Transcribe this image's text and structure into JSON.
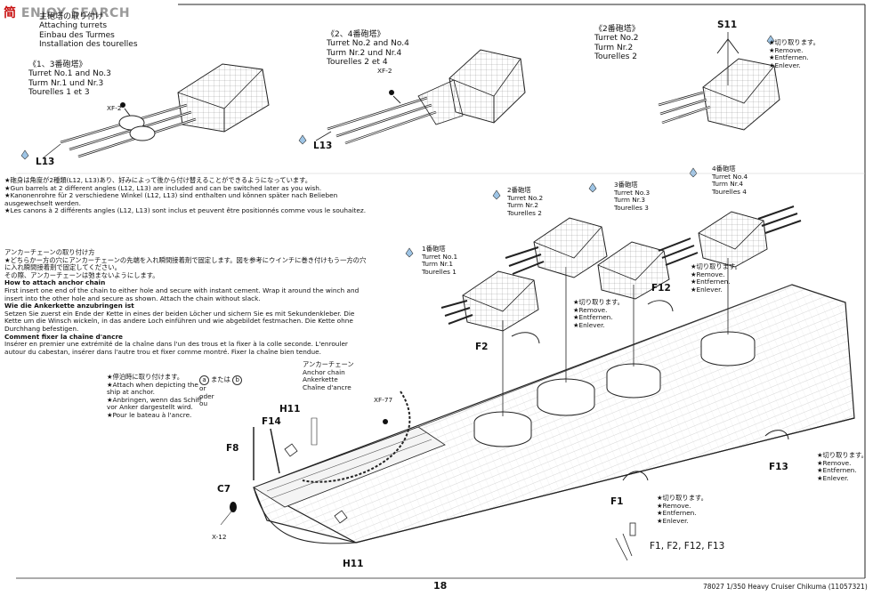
{
  "watermark": {
    "logo": "简",
    "text": "ENJOY SEARCH"
  },
  "header": {
    "jp": "主砲塔の取り付け",
    "en": "Attaching turrets",
    "de": "Einbau des Turmes",
    "fr": "Installation des tourelles"
  },
  "turret13": {
    "jp": "《1、3番砲塔》",
    "en": "Turret No.1 and No.3",
    "de": "Turm Nr.1 und Nr.3",
    "fr": "Tourelles 1 et 3"
  },
  "turret24": {
    "jp": "《2、4番砲塔》",
    "en": "Turret No.2 and No.4",
    "de": "Turm Nr.2 und Nr.4",
    "fr": "Tourelles 2 et 4"
  },
  "turret2": {
    "jp": "《2番砲塔》",
    "en": "Turret No.2",
    "de": "Turm Nr.2",
    "fr": "Tourelles 2"
  },
  "parts": {
    "xf2": "XF-2",
    "l13": "L13",
    "s11": "S11",
    "f12": "F12",
    "f2": "F2",
    "f1": "F1",
    "f13": "F13",
    "f8": "F8",
    "f14": "F14",
    "h11": "H11",
    "c7": "C7",
    "x12": "X-12",
    "xf77": "XF-77",
    "f_group": "F1, F2, F12, F13"
  },
  "remove": {
    "jp": "★切り取ります。",
    "en": "★Remove.",
    "de": "★Entfernen.",
    "fr": "★Enlever."
  },
  "gun_note": [
    "★砲身は角度が2種類(L12, L13)あり、好みによって後から付け替えることができるようになっています。",
    "★Gun barrels at 2 different angles (L12, L13) are included and can be switched later as you wish.",
    "★Kanonenrohre für 2 verschiedene Winkel (L12, L13) sind enthalten und können später nach Belieben ausgewechselt werden.",
    "★Les canons à 2 différents angles (L12, L13) sont inclus et peuvent être positionnés comme vous le souhaitez."
  ],
  "anchor": {
    "jp_title": "アンカーチェーンの取り付け方",
    "jp1": "★どちらかー方の穴にアンカーチェーンの先端を入れ瞬間接着剤で固定します。図を参考にウインチに巻き付けもう一方の穴に入れ瞬間接着剤で固定してください。",
    "jp2": "その際、アンカーチェーンは弛まないようにします。",
    "en_title": "How to attach anchor chain",
    "en": "First insert one end of the chain to either hole and secure with instant cement. Wrap it around the winch and insert into the other hole and secure as shown. Attach the chain without slack.",
    "de_title": "Wie die Ankerkette anzubringen ist",
    "de": "Setzen Sie zuerst ein Ende der Kette in eines der beiden Löcher und sichern Sie es mit Sekundenkleber. Die Kette um die Winsch wickeln, in das andere Loch einführen und wie abgebildet festmachen. Die Kette ohne Durchhang befestigen.",
    "fr_title": "Comment fixer la chaîne d'ancre",
    "fr": "Insérer en premier une extrémité de la chaîne dans l'un des trous et la fixer à la colle seconde. L'enrouler autour du cabestan, insérer dans l'autre trou et fixer comme montré. Fixer la chaîne bien tendue."
  },
  "anchor_chain_label": {
    "jp": "アンカーチェーン",
    "en": "Anchor chain",
    "de": "Ankerkette",
    "fr": "Chaîne d'ancre"
  },
  "at_anchor": {
    "jp": "★停泊時に取り付けます。",
    "en": "★Attach when depicting the ship at anchor.",
    "de": "★Anbringen, wenn das Schiff vor Anker dargestellt wird.",
    "fr": "★Pour le bateau à l'ancre.",
    "a": "a",
    "b": "b",
    "mata": "または",
    "or": "or",
    "oder": "oder",
    "ou": "ou"
  },
  "t1": {
    "jp": "1番砲塔",
    "en": "Turret No.1",
    "de": "Turm Nr.1",
    "fr": "Tourelles 1"
  },
  "t2": {
    "jp": "2番砲塔",
    "en": "Turret No.2",
    "de": "Turm Nr.2",
    "fr": "Tourelles 2"
  },
  "t3": {
    "jp": "3番砲塔",
    "en": "Turret No.3",
    "de": "Turm Nr.3",
    "fr": "Tourelles 3"
  },
  "t4": {
    "jp": "4番砲塔",
    "en": "Turret No.4",
    "de": "Turm Nr.4",
    "fr": "Tourelles 4"
  },
  "footer": {
    "page": "18",
    "code": "78027 1/350 Heavy Cruiser Chikuma (11057321)"
  }
}
